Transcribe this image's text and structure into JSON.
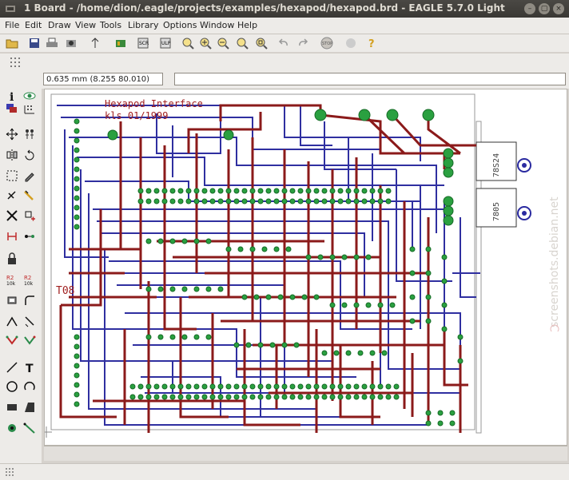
{
  "window": {
    "title": "1 Board - /home/dion/.eagle/projects/examples/hexapod/hexapod.brd - EAGLE 5.7.0 Light"
  },
  "menu": [
    "File",
    "Edit",
    "Draw",
    "View",
    "Tools",
    "Library",
    "Options",
    "Window",
    "Help"
  ],
  "coordinates": {
    "value": "0.635 mm (8.255 80.010)"
  },
  "command_input": {
    "value": ""
  },
  "board": {
    "title_line1": "Hexapod Interface",
    "title_line2": "kls 01/1999",
    "label_t08": "T08",
    "label_reg1": "78S24",
    "label_reg2": "7805"
  },
  "watermark": "screenshots.debian.net",
  "toolbar": {
    "icons": [
      "open-icon",
      "save-icon",
      "print-icon",
      "cam-icon",
      "script-icon",
      "board-switch-icon",
      "use-lib-icon",
      "ulp-icon",
      "zoom-fit-icon",
      "zoom-in-icon",
      "zoom-out-icon",
      "zoom-redraw-icon",
      "zoom-select-icon",
      "undo-icon",
      "redo-icon",
      "stop-icon",
      "go-icon",
      "help-icon"
    ]
  },
  "colors": {
    "top_layer": "#8b1a1a",
    "bottom_layer": "#2f2fa0",
    "pad": "#2aa040",
    "canvas": "#ffffff"
  }
}
